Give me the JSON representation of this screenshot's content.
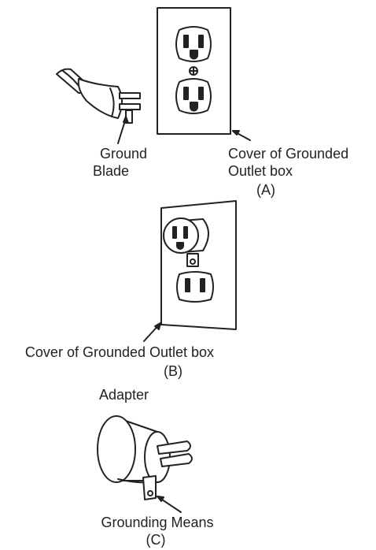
{
  "panel_a": {
    "plug_label_line1": "Ground",
    "plug_label_line2": "Blade",
    "cover_label_line1": "Cover of Grounded",
    "cover_label_line2": "Outlet box",
    "caption": "(A)"
  },
  "panel_b": {
    "cover_label": "Cover of Grounded Outlet box",
    "caption": "(B)"
  },
  "panel_c": {
    "title": "Adapter",
    "means_label": "Grounding Means",
    "caption": "(C)"
  },
  "colors": {
    "ink": "#222222",
    "paper": "#ffffff"
  }
}
